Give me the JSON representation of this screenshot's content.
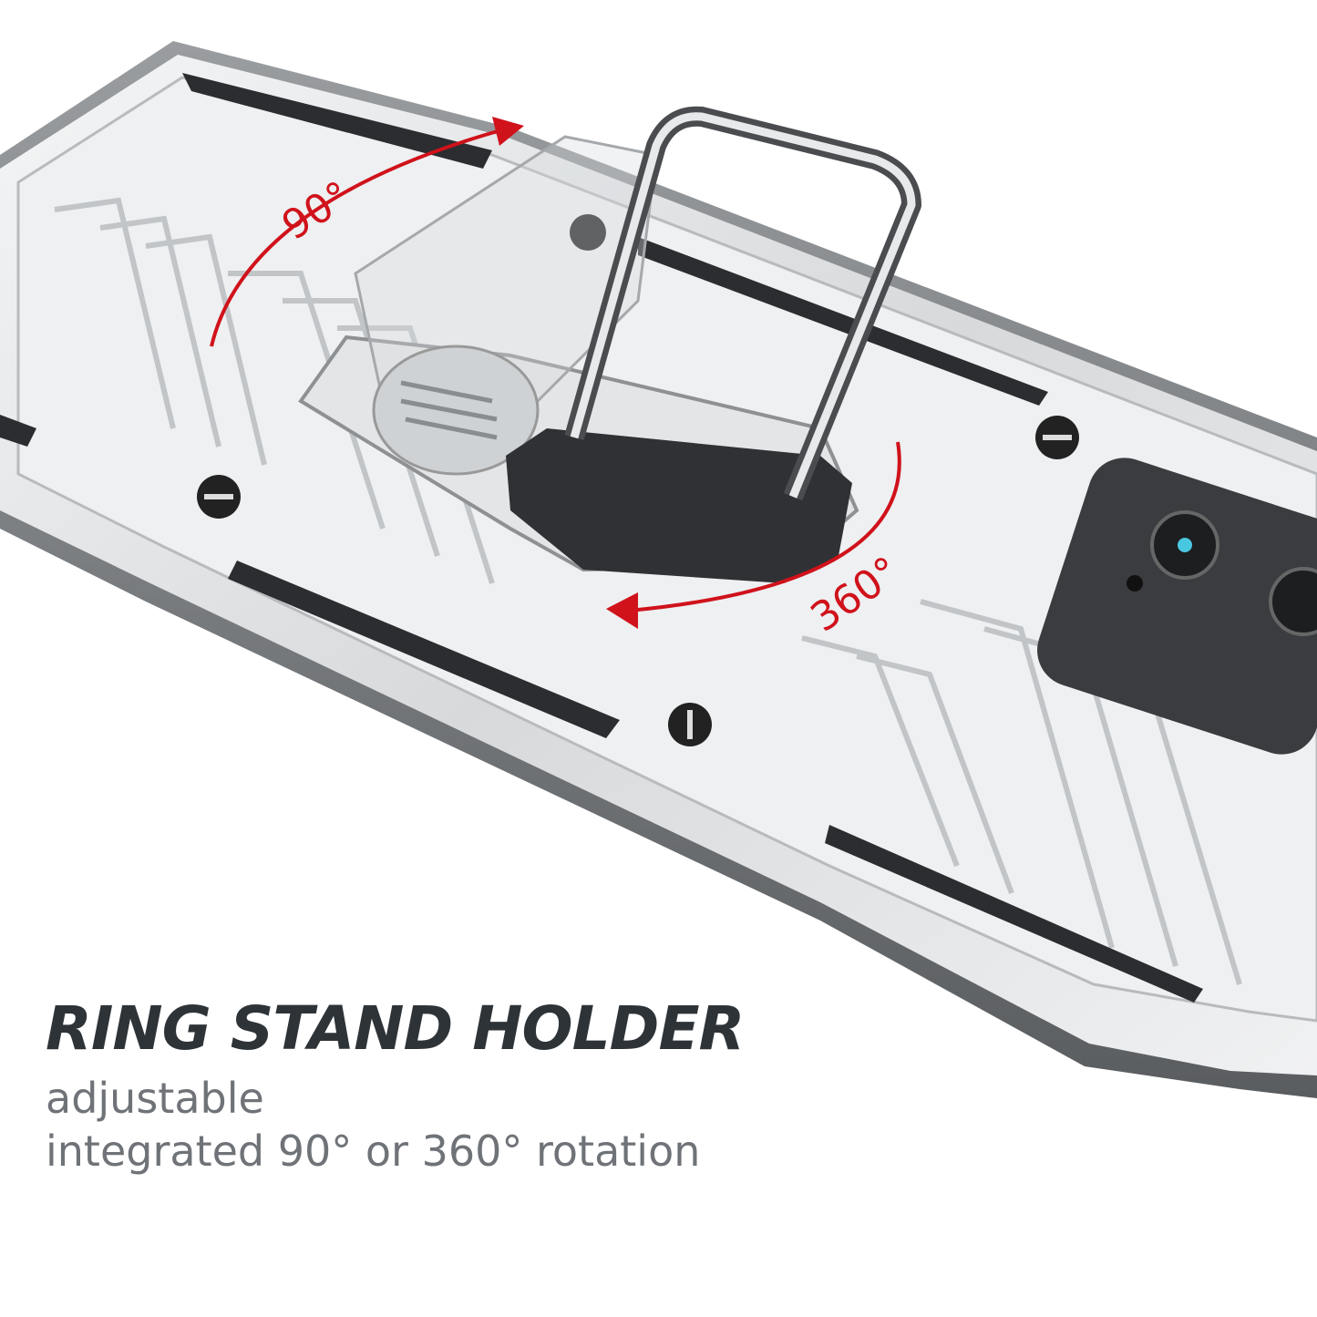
{
  "product": {
    "title": "RING STAND HOLDER",
    "subtitle_line1": "adjustable",
    "subtitle_line2": "integrated 90° or 360° rotation"
  },
  "annotations": {
    "tilt_label": "90°",
    "rotate_label": "360°"
  },
  "colors": {
    "case_silver": "#d9dbdd",
    "case_dark": "#2b2d30",
    "arrow_red": "#d0121b",
    "title_text": "#2e3338",
    "subtitle_text": "#6f7378"
  }
}
